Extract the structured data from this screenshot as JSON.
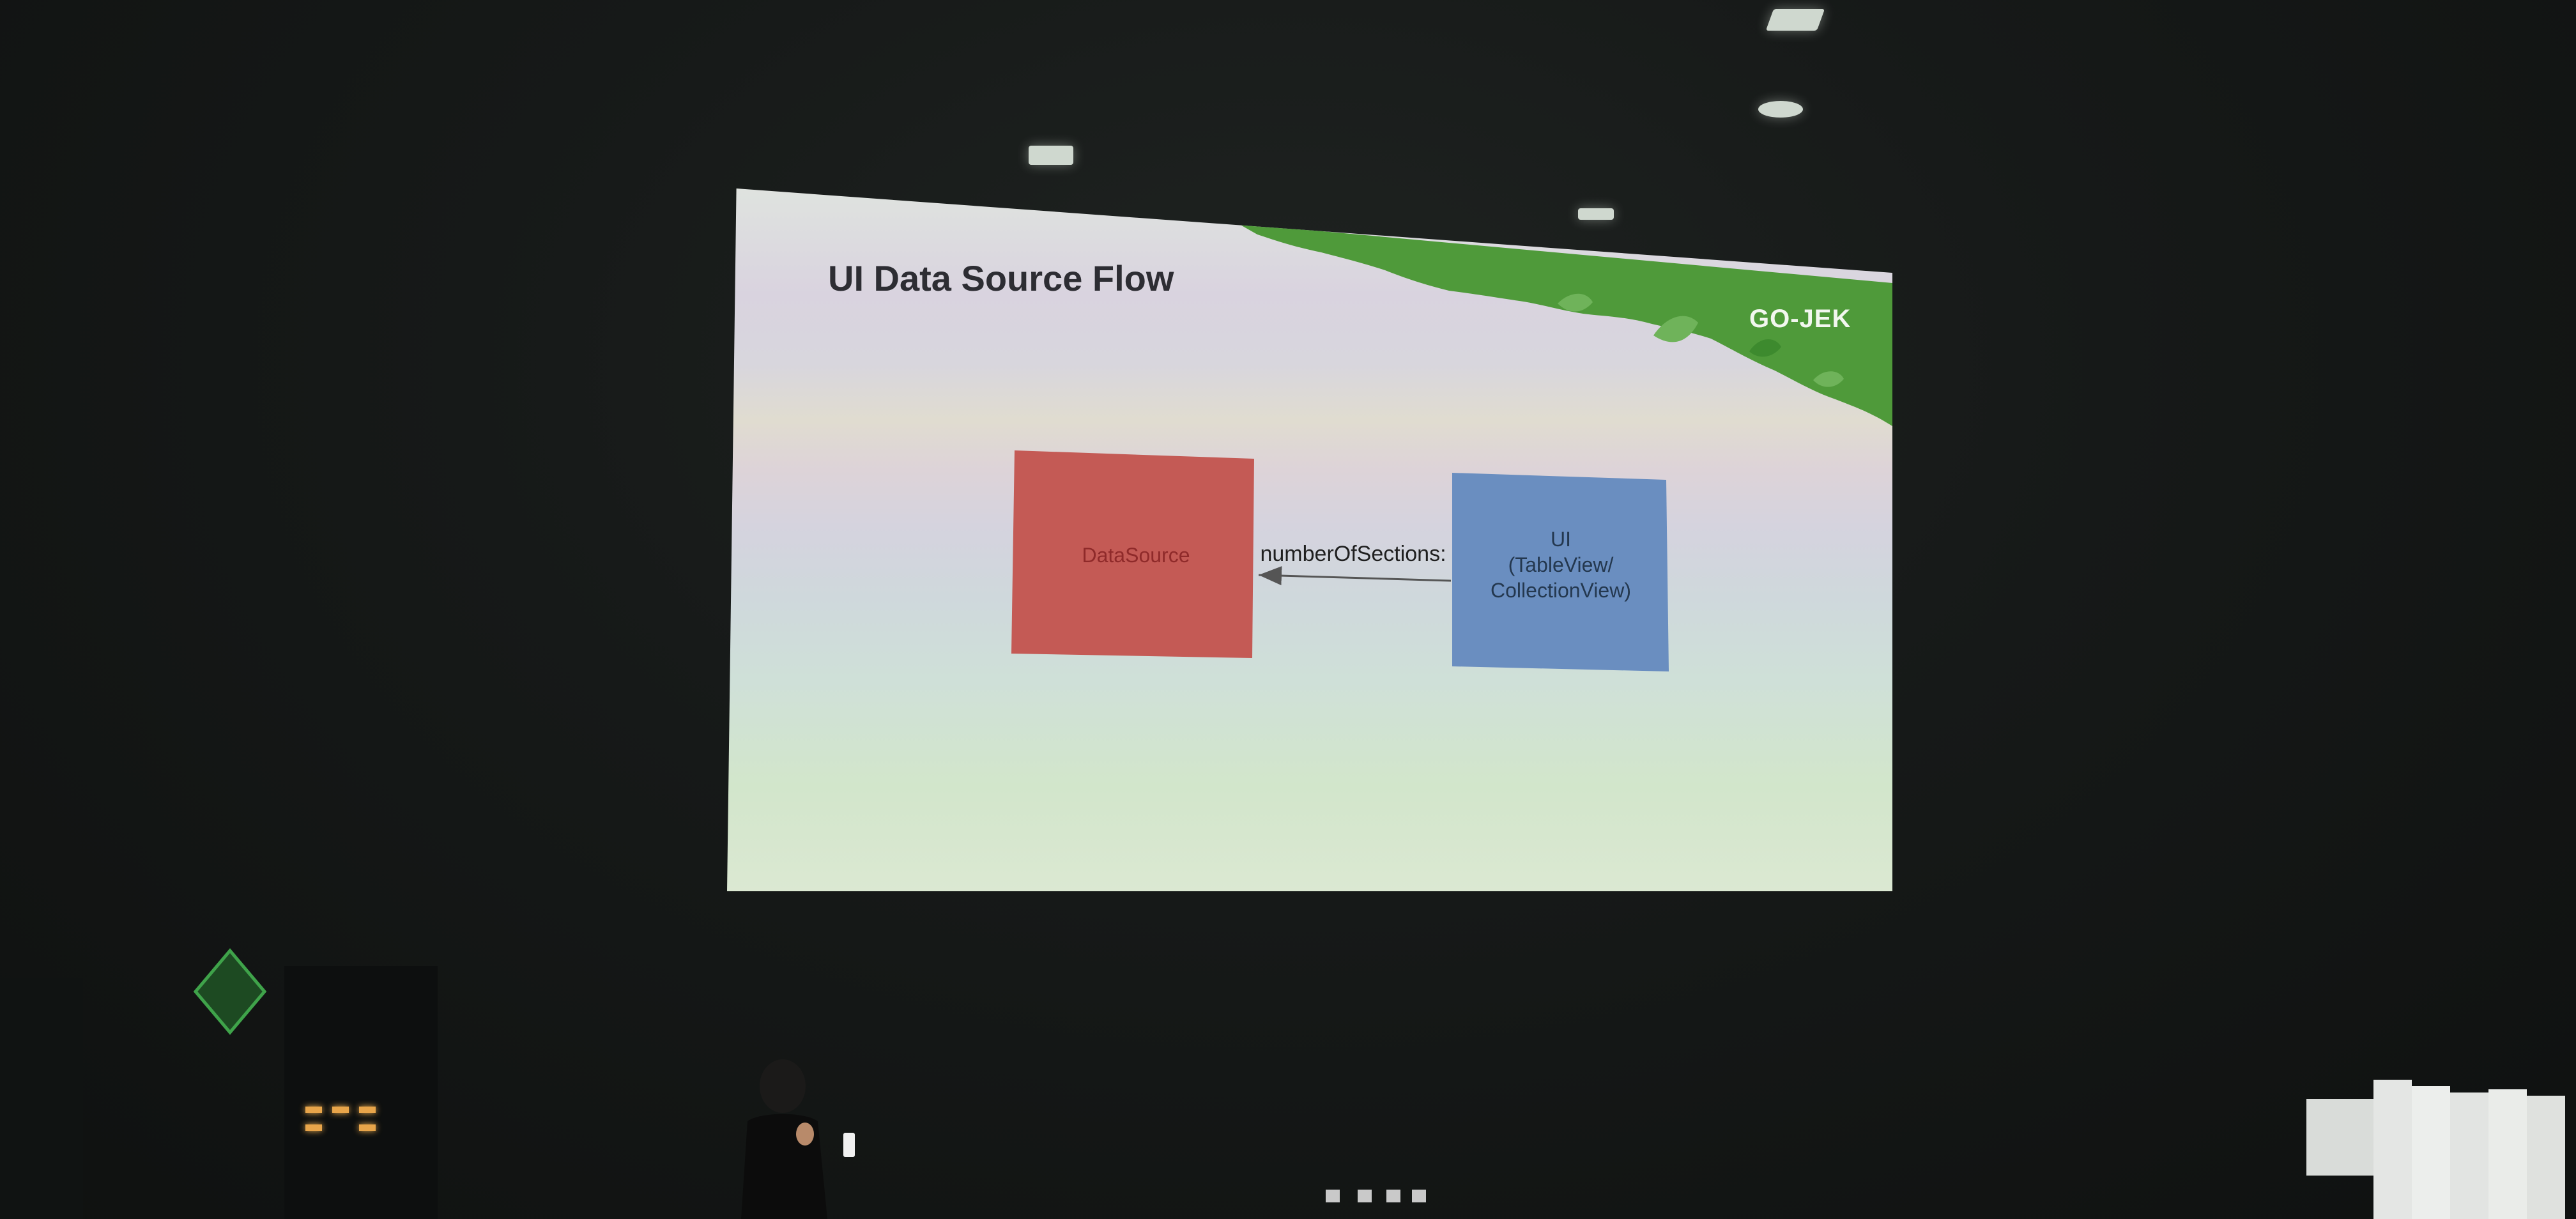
{
  "slide": {
    "title": "UI Data Source Flow",
    "logo_text": "GO-JEK"
  },
  "diagram": {
    "source_box": {
      "label": "DataSource",
      "fill_color": "#c45a55"
    },
    "ui_box": {
      "label_lines": [
        "UI",
        "(TableView/",
        "CollectionView)"
      ],
      "fill_color": "#6a8ec0"
    },
    "arrow": {
      "label": "numberOfSections:",
      "direction": "ui-to-datasource"
    }
  },
  "colors": {
    "room_background": "#141716",
    "foliage_green": "#4f9a3a",
    "title_text": "#2d2d33"
  }
}
